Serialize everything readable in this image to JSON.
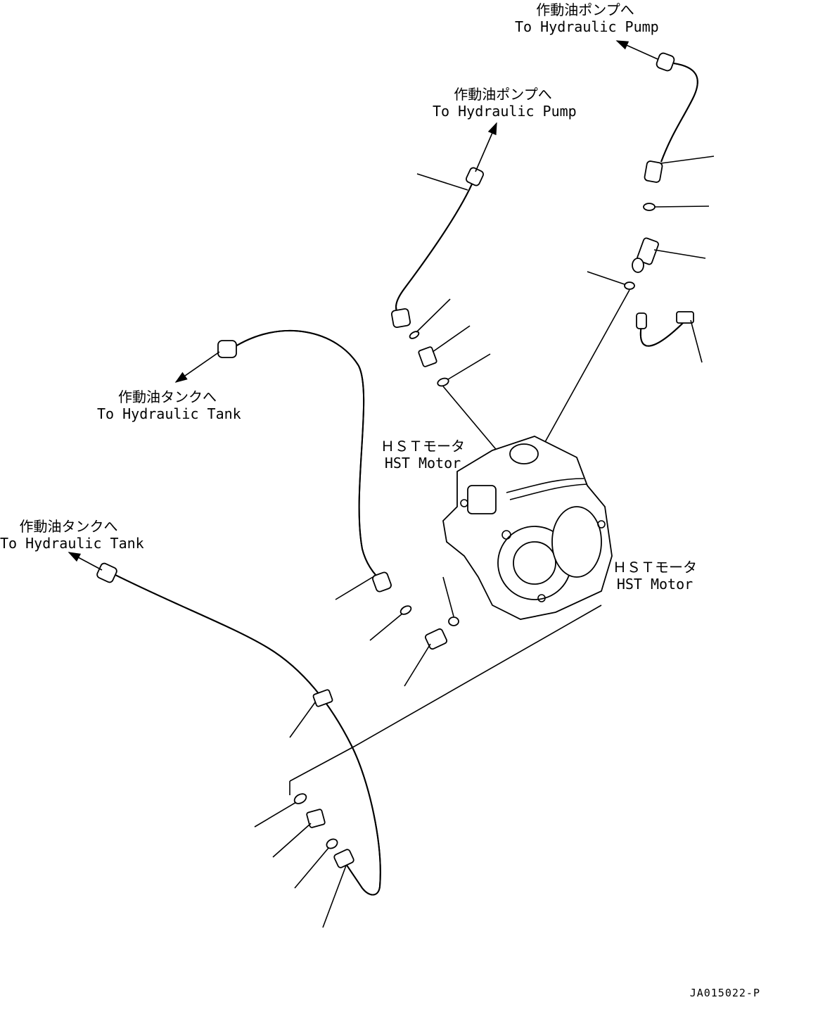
{
  "labels": {
    "pump_top_right": {
      "jp": "作動油ポンプへ",
      "en": "To Hydraulic Pump"
    },
    "pump_mid": {
      "jp": "作動油ポンプへ",
      "en": "To Hydraulic Pump"
    },
    "tank_mid": {
      "jp": "作動油タンクへ",
      "en": "To Hydraulic Tank"
    },
    "tank_left": {
      "jp": "作動油タンクへ",
      "en": "To Hydraulic Tank"
    },
    "motor_upper": {
      "jp": "ＨＳＴモータ",
      "en": "HST Motor"
    },
    "motor_lower": {
      "jp": "ＨＳＴモータ",
      "en": "HST Motor"
    }
  },
  "drawing_code": "JA015022-P",
  "colors": {
    "line": "#000000",
    "background": "#ffffff"
  }
}
